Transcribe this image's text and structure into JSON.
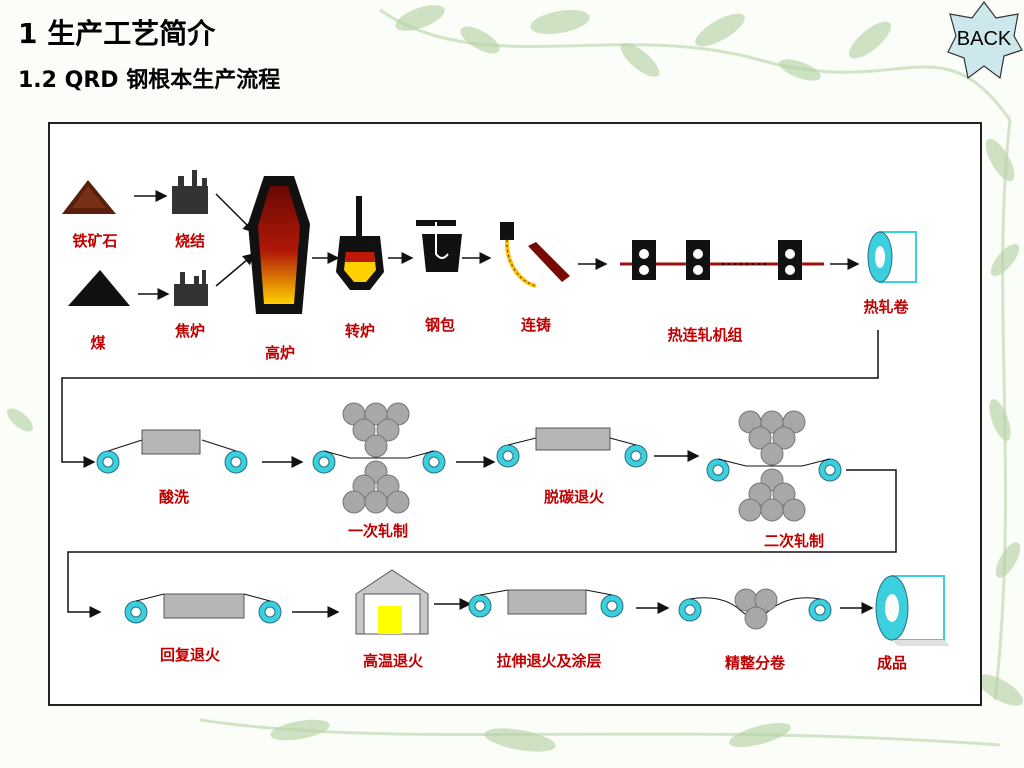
{
  "heading": {
    "title": "1  生产工艺简介",
    "subtitle": "1.2  QRD 钢根本生产流程"
  },
  "back_button": {
    "label": "BACK"
  },
  "diagram": {
    "row1": [
      {
        "id": "iron_ore",
        "label": "铁矿石"
      },
      {
        "id": "sintering",
        "label": "烧结"
      },
      {
        "id": "coal",
        "label": "煤"
      },
      {
        "id": "coke_oven",
        "label": "焦炉"
      },
      {
        "id": "blast_furnace",
        "label": "高炉"
      },
      {
        "id": "converter",
        "label": "转炉"
      },
      {
        "id": "ladle",
        "label": "钢包"
      },
      {
        "id": "continuous_casting",
        "label": "连铸"
      },
      {
        "id": "hot_rolling_mill",
        "label": "热连轧机组"
      },
      {
        "id": "hot_coil",
        "label": "热轧卷"
      }
    ],
    "row2": [
      {
        "id": "pickling",
        "label": "酸洗"
      },
      {
        "id": "first_rolling",
        "label": "一次轧制"
      },
      {
        "id": "decarb_annealing",
        "label": "脱碳退火"
      },
      {
        "id": "second_rolling",
        "label": "二次轧制"
      }
    ],
    "row3": [
      {
        "id": "recovery_annealing",
        "label": "回复退火"
      },
      {
        "id": "high_temp_annealing",
        "label": "高温退火"
      },
      {
        "id": "stretch_annealing_coating",
        "label": "拉伸退火及涂层"
      },
      {
        "id": "finishing_slitting",
        "label": "精整分卷"
      },
      {
        "id": "finished_product",
        "label": "成品"
      }
    ]
  },
  "colors": {
    "coil": "#3ad0de",
    "roll": "#a8a8a8",
    "furnace": "#7a0a06",
    "hot_metal": "#ffd000",
    "label_red": "#c00000"
  }
}
